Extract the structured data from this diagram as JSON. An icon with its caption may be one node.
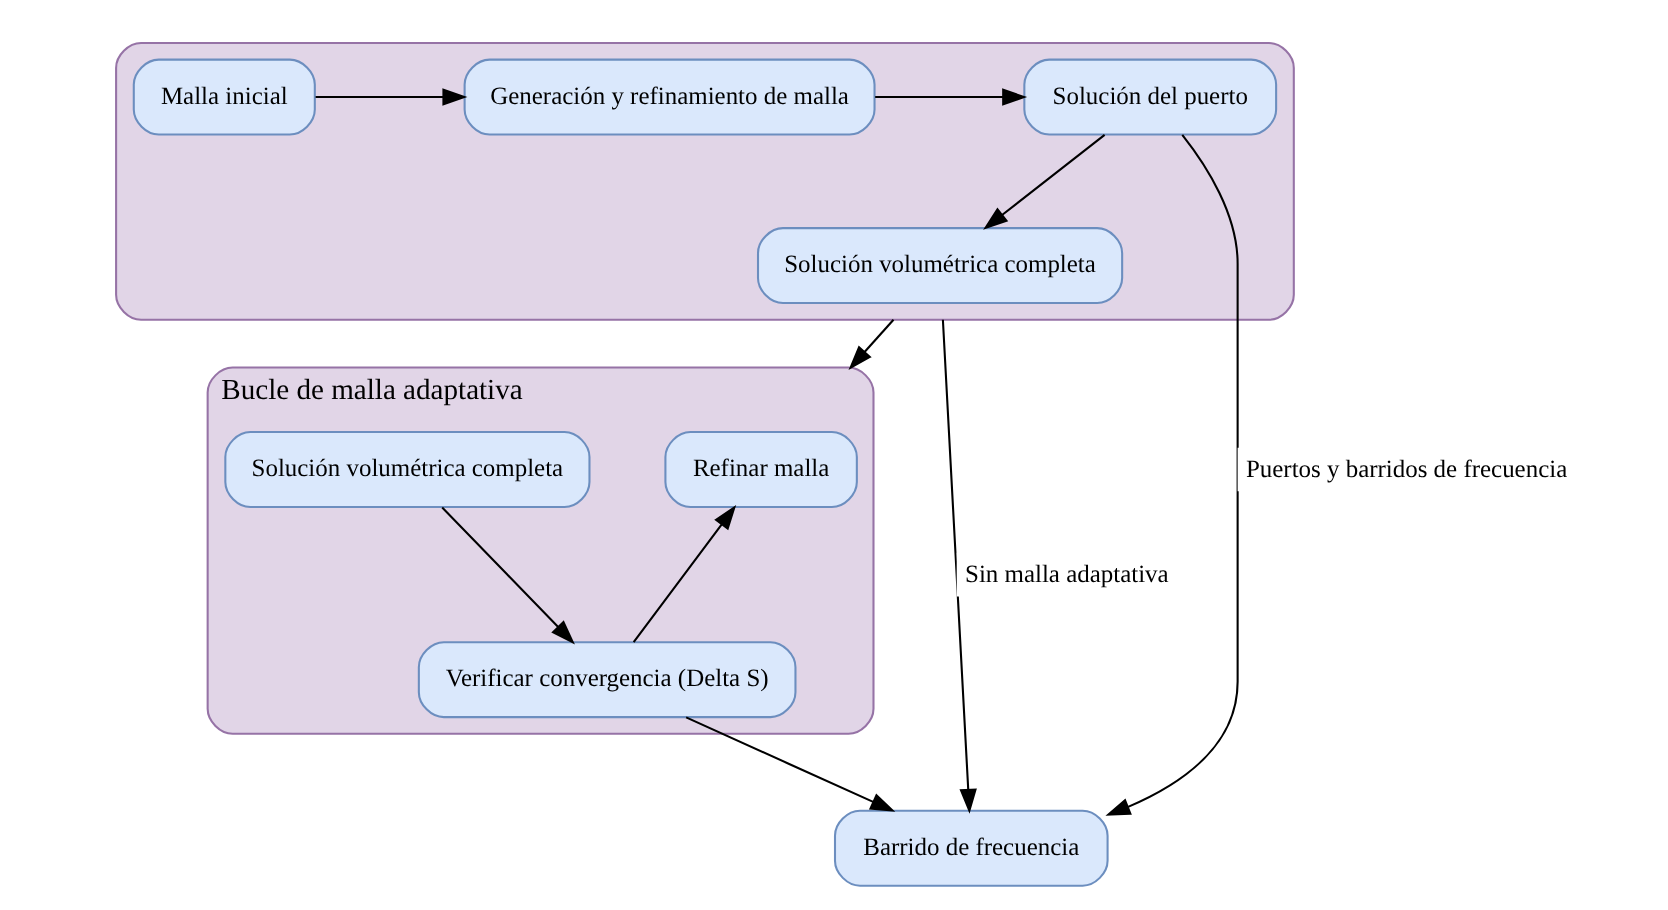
{
  "diagram": {
    "nodes": [
      {
        "text": [],
        "shape": "box"
      },
      {
        "text": [
          "Malla inicial"
        ],
        "in": 0
      },
      {
        "text": [
          "Generación y refinamiento de malla"
        ],
        "in": 0
      },
      {
        "text": [
          "Solución del puerto"
        ],
        "in": 0
      },
      {
        "text": [
          "Solución volumétrica completa"
        ],
        "in": 0
      },
      {
        "text": [
          "Bucle de malla adaptativa"
        ]
      },
      {
        "text": [
          "Refinar malla"
        ],
        "in": 5
      },
      {
        "text": [
          "Solución volumétrica completa"
        ],
        "in": 5
      },
      {
        "text": [
          "Verificar convergencia (Delta S)"
        ],
        "in": 5
      },
      {
        "text": [
          "Barrido de frecuencia"
        ]
      }
    ],
    "edges": [
      {
        "from": 1,
        "to": 2,
        "arrow": "to"
      },
      {
        "from": 2,
        "to": 3,
        "arrow": "to"
      },
      {
        "from": 3,
        "to": 4,
        "arrow": "to"
      },
      {
        "from": 3,
        "to": 9,
        "arrow": "to",
        "label": "Puertos y barridos de frecuencia"
      },
      {
        "from": 0,
        "to": 5,
        "arrow": "to"
      },
      {
        "from": 0,
        "to": 9,
        "arrow": "to",
        "label": "Sin malla adaptativa"
      },
      {
        "from": 8,
        "to": 6,
        "arrow": "to"
      },
      {
        "from": 7,
        "to": 8,
        "arrow": "to"
      },
      {
        "from": 8,
        "to": 9,
        "arrow": "to"
      }
    ]
  }
}
